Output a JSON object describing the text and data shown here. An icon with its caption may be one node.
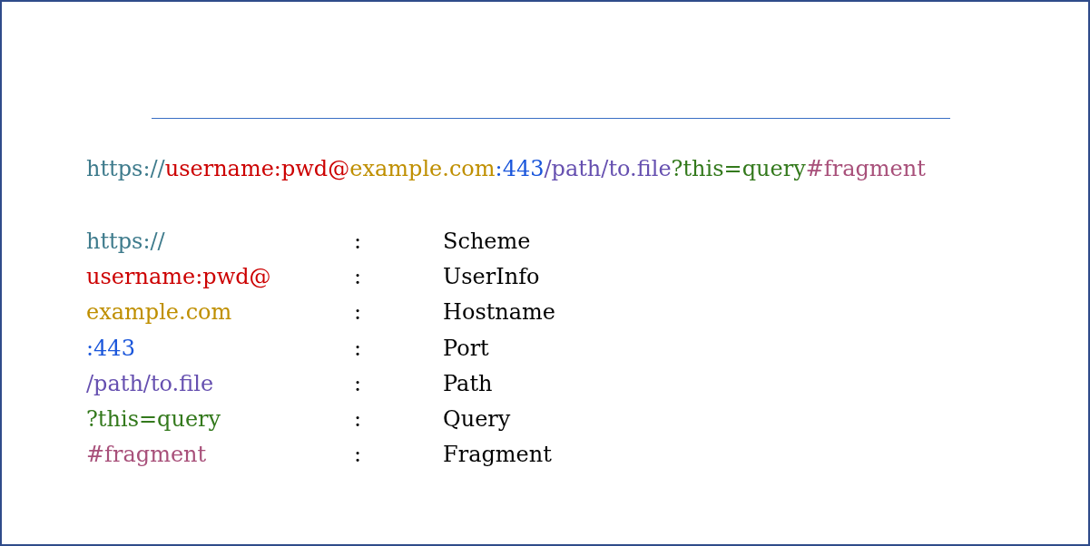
{
  "diagram": {
    "labels": [
      "https://username:pwd@example.com:443/path/to.file?this=query#fragment",
      "https://",
      ":",
      "Scheme",
      "username:pwd@",
      ":",
      "UserInfo",
      "example.com",
      ":",
      "Hostname",
      ":443",
      ":",
      "Port",
      "/path/to.file",
      ":",
      "Path",
      "?this=query",
      ":",
      "Query",
      "#fragment",
      ":",
      "Fragment"
    ]
  }
}
